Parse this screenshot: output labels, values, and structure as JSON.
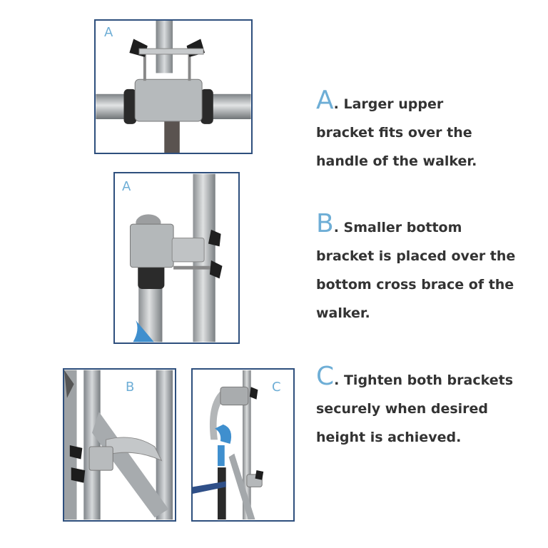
{
  "photos": {
    "a_top": {
      "label": "A"
    },
    "a_side": {
      "label": "A"
    },
    "b": {
      "label": "B"
    },
    "c": {
      "label": "C"
    }
  },
  "captions": [
    {
      "letter": "A",
      "lines": [
        ". Larger upper",
        "bracket fits over the",
        "handle of the walker."
      ]
    },
    {
      "letter": "B",
      "lines": [
        ". Smaller bottom",
        "bracket is placed over the",
        "bottom cross brace of the",
        "walker."
      ]
    },
    {
      "letter": "C",
      "lines": [
        ". Tighten both brackets",
        "securely when desired",
        "height is achieved."
      ]
    }
  ],
  "colors": {
    "accent": "#6eaed6",
    "frame_border": "#2e4f7d",
    "body_text": "#333333",
    "metal": "#a9adb0",
    "knob": "#222222",
    "blue_grip": "#3f8fce"
  }
}
